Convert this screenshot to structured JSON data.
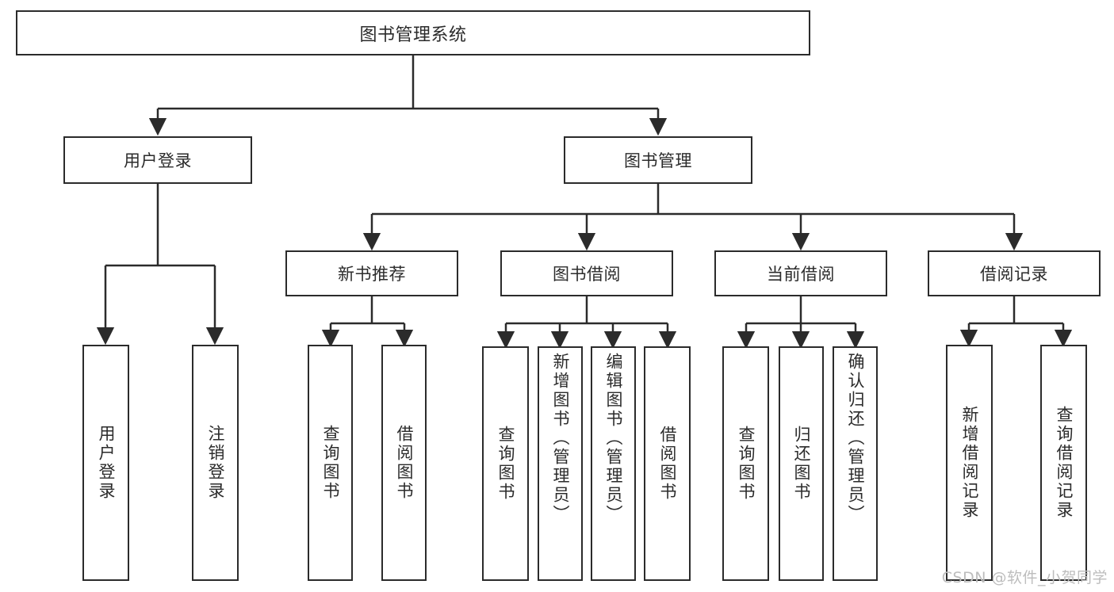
{
  "diagram": {
    "title": "图书管理系统",
    "type": "功能结构图",
    "stroke_color": "#2b2b2b",
    "background_color": "#ffffff"
  },
  "root": {
    "label": "图书管理系统"
  },
  "level2": [
    {
      "id": "user-login",
      "label": "用户登录"
    },
    {
      "id": "book-management",
      "label": "图书管理"
    }
  ],
  "level3": [
    {
      "id": "new-book-recommend",
      "label": "新书推荐",
      "parent": "book-management"
    },
    {
      "id": "book-borrow",
      "label": "图书借阅",
      "parent": "book-management"
    },
    {
      "id": "current-borrow",
      "label": "当前借阅",
      "parent": "book-management"
    },
    {
      "id": "borrow-record",
      "label": "借阅记录",
      "parent": "book-management"
    }
  ],
  "leaves": {
    "user_login": [
      {
        "id": "leaf-user-login",
        "label": "用户登录"
      },
      {
        "id": "leaf-user-logout",
        "label": "注销登录"
      }
    ],
    "new_book_recommend": [
      {
        "id": "leaf-query-book-1",
        "label": "查询图书"
      },
      {
        "id": "leaf-borrow-book-1",
        "label": "借阅图书"
      }
    ],
    "book_borrow": [
      {
        "id": "leaf-query-book-2",
        "label": "查询图书"
      },
      {
        "id": "leaf-add-book",
        "label": "新增图书（管理员）"
      },
      {
        "id": "leaf-edit-book",
        "label": "编辑图书（管理员）"
      },
      {
        "id": "leaf-borrow-book-2",
        "label": "借阅图书"
      }
    ],
    "current_borrow": [
      {
        "id": "leaf-query-book-3",
        "label": "查询图书"
      },
      {
        "id": "leaf-return-book",
        "label": "归还图书"
      },
      {
        "id": "leaf-confirm-return",
        "label": "确认归还（管理员）"
      }
    ],
    "borrow_record": [
      {
        "id": "leaf-add-record",
        "label": "新增借阅记录"
      },
      {
        "id": "leaf-query-record",
        "label": "查询借阅记录"
      }
    ]
  },
  "watermark": {
    "text": "CSDN @软件_小贺同学"
  }
}
